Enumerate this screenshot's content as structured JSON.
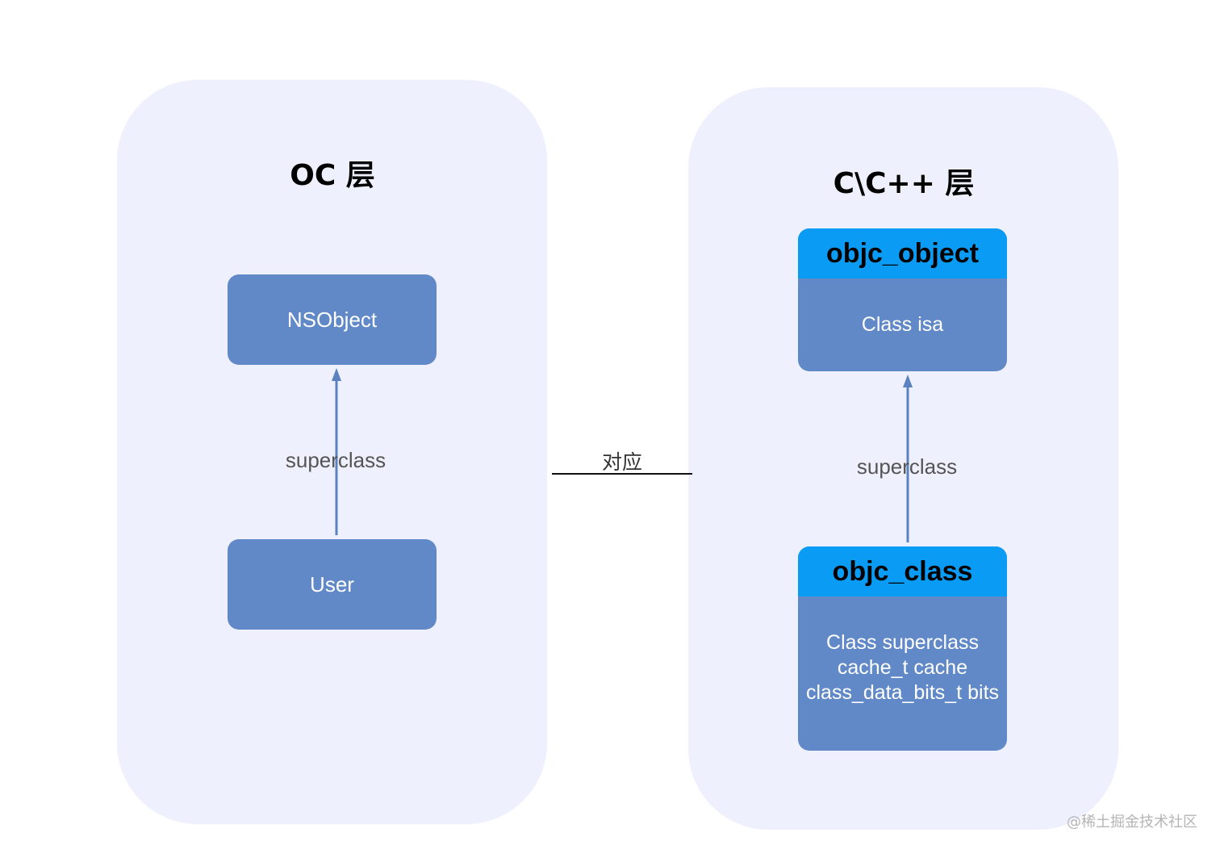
{
  "left_panel": {
    "title": "OC 层",
    "top_box": "NSObject",
    "bottom_box": "User",
    "edge_label": "superclass"
  },
  "right_panel": {
    "title": "C\\C++ 层",
    "object_struct": {
      "name": "objc_object",
      "fields": [
        "Class isa"
      ]
    },
    "class_struct": {
      "name": "objc_class",
      "fields": [
        "Class superclass",
        "cache_t cache",
        "class_data_bits_t bits"
      ]
    },
    "edge_label": "superclass"
  },
  "link": {
    "label": "对应"
  },
  "watermark": "@稀土掘金技术社区",
  "colors": {
    "panel_bg": "#eef1fd",
    "box_fill": "#6189c8",
    "struct_header": "#0a9cf5",
    "arrow": "#5b82c0"
  }
}
